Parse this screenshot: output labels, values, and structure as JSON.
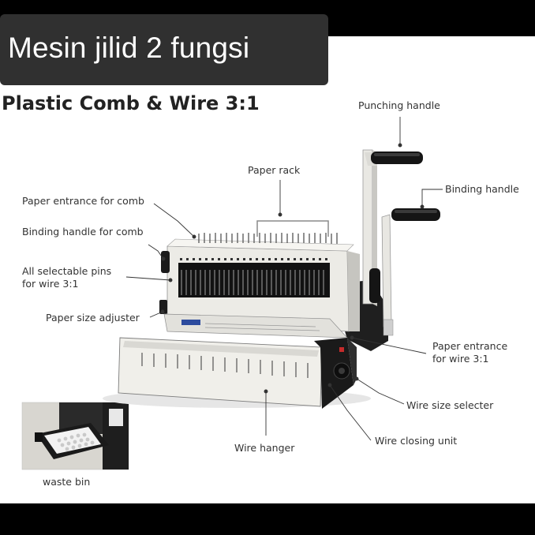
{
  "title": "Mesin jilid 2 fungsi",
  "subtitle": "Plastic Comb & Wire 3:1",
  "callouts": {
    "punching_handle": "Punching handle",
    "paper_rack": "Paper rack",
    "binding_handle": "Binding handle",
    "paper_entrance_comb": "Paper entrance for comb",
    "binding_handle_comb": "Binding handle for comb",
    "selectable_pins_line1": "All selectable pins",
    "selectable_pins_line2": "for wire 3:1",
    "paper_size_adjuster": "Paper size adjuster",
    "paper_entrance_wire_line1": "Paper entrance",
    "paper_entrance_wire_line2": "for wire 3:1",
    "wire_size_selecter": "Wire size selecter",
    "wire_closing_unit": "Wire closing unit",
    "wire_hanger": "Wire hanger",
    "waste_bin": "waste bin"
  },
  "colors": {
    "title_badge": "#303030",
    "machine_body": "#ecebe6",
    "machine_dark": "#1c1c1c",
    "label_text": "#333333"
  }
}
